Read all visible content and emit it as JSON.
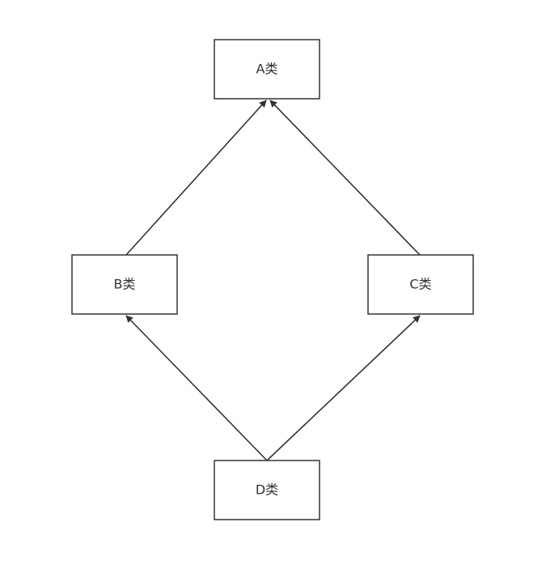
{
  "diagram": {
    "nodes": {
      "a": {
        "label": "A类"
      },
      "b": {
        "label": "B类"
      },
      "c": {
        "label": "C类"
      },
      "d": {
        "label": "D类"
      }
    },
    "edges": [
      {
        "from": "b",
        "to": "a"
      },
      {
        "from": "c",
        "to": "a"
      },
      {
        "from": "d",
        "to": "b"
      },
      {
        "from": "d",
        "to": "c"
      }
    ],
    "colors": {
      "stroke": "#333333",
      "background": "#ffffff"
    }
  }
}
